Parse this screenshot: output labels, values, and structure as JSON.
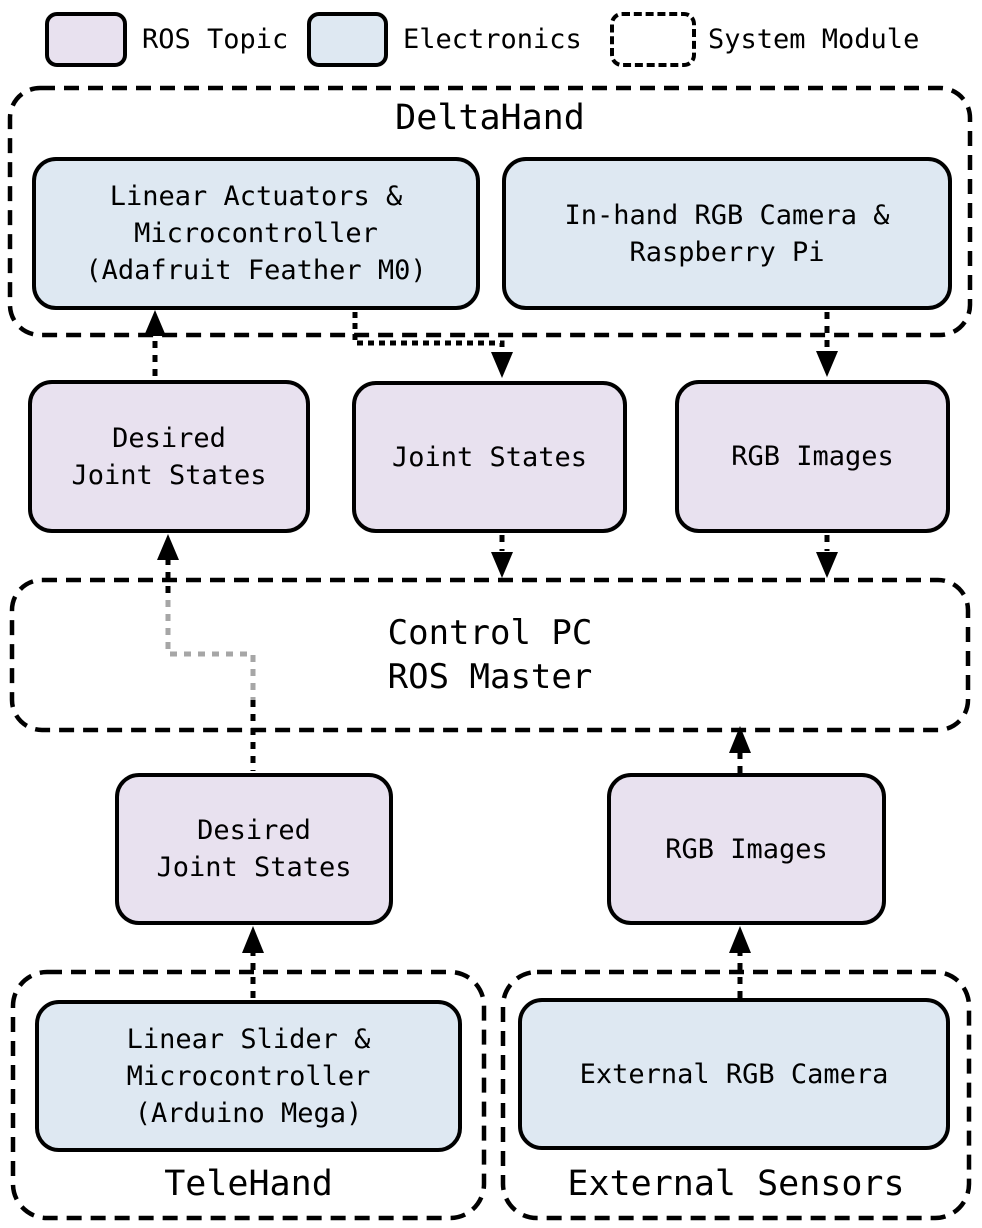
{
  "legend": {
    "items": [
      {
        "label": "ROS Topic",
        "swatch": "ros-topic",
        "color": "#e8e1ef"
      },
      {
        "label": "Electronics",
        "swatch": "electronics",
        "color": "#dee8f2"
      },
      {
        "label": "System Module",
        "swatch": "system-module",
        "color": "#ffffff"
      }
    ]
  },
  "modules": {
    "deltahand": {
      "title": "DeltaHand"
    },
    "control_pc": {
      "title": "Control PC\nROS Master"
    },
    "telehand": {
      "title": "TeleHand"
    },
    "external_sensors": {
      "title": "External Sensors"
    }
  },
  "electronics": {
    "linear_actuators": "Linear Actuators &\nMicrocontroller\n(Adafruit Feather M0)",
    "inhand_camera": "In-hand RGB Camera &\nRaspberry Pi",
    "linear_slider": "Linear Slider &\nMicrocontroller\n(Arduino Mega)",
    "external_camera": "External RGB Camera"
  },
  "ros_topics": {
    "desired_joint_states_upper": "Desired\nJoint States",
    "joint_states": "Joint States",
    "rgb_images_upper": "RGB Images",
    "desired_joint_states_lower": "Desired\nJoint States",
    "rgb_images_lower": "RGB Images"
  },
  "connections": [
    {
      "from": "Desired Joint States (upper)",
      "to": "Linear Actuators & Microcontroller",
      "style": "dashed-black-arrow"
    },
    {
      "from": "Linear Actuators & Microcontroller",
      "to": "Joint States",
      "style": "dotted-black-arrow"
    },
    {
      "from": "In-hand RGB Camera & Raspberry Pi",
      "to": "RGB Images (upper)",
      "style": "dashed-black-arrow"
    },
    {
      "from": "Joint States",
      "to": "Control PC ROS Master",
      "style": "dashed-black-arrow"
    },
    {
      "from": "RGB Images (upper)",
      "to": "Control PC ROS Master",
      "style": "dashed-black-arrow"
    },
    {
      "from": "Desired Joint States (lower)",
      "to": "Desired Joint States (upper)",
      "style": "dashed-arrow, gray pass-through inside Control PC"
    },
    {
      "from": "RGB Images (lower)",
      "to": "Control PC ROS Master",
      "style": "dashed-black-arrow"
    },
    {
      "from": "Linear Slider & Microcontroller",
      "to": "Desired Joint States (lower)",
      "style": "dashed-black-arrow"
    },
    {
      "from": "External RGB Camera",
      "to": "RGB Images (lower)",
      "style": "dashed-black-arrow"
    }
  ],
  "colors": {
    "ros_topic_fill": "#e8e1ef",
    "electronics_fill": "#dee8f2",
    "outline": "#000000",
    "passthrough_gray": "#a6a6a6",
    "background": "#ffffff"
  }
}
